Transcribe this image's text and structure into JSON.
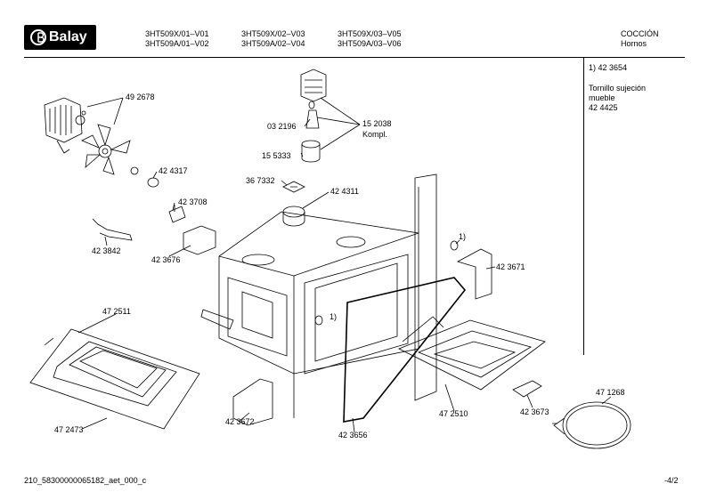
{
  "header": {
    "brand": "Balay",
    "models": [
      [
        "3HT509X/01–V01",
        "3HT509A/01–V02"
      ],
      [
        "3HT509X/02–V03",
        "3HT509A/02–V04"
      ],
      [
        "3HT509X/03–V05",
        "3HT509A/03–V06"
      ]
    ],
    "category": "COCCIÓN",
    "subcategory": "Hornos"
  },
  "notes": {
    "line1": "1)  42 3654",
    "line2": "Tornillo sujeción",
    "line3": "mueble",
    "line4": "42 4425"
  },
  "parts": {
    "p492678": "49 2678",
    "p032196": "03 2196",
    "p152038": "15 2038",
    "kompl": "Kompl.",
    "p155333": "15 5333",
    "p424317": "42 4317",
    "p367332": "36 7332",
    "p424311": "42 4311",
    "p423708": "42 3708",
    "p423842": "42 3842",
    "p423676": "42 3676",
    "ref1a": "1)",
    "p423671": "42 3671",
    "ref1b": "1)",
    "p472511": "47 2511",
    "p472473": "47 2473",
    "p423672": "42 3672",
    "p423656": "42 3656",
    "p472510": "47 2510",
    "p423673": "42 3673",
    "p471268": "47 1268"
  },
  "footer": {
    "doc_id": "210_58300000065182_aet_000_c",
    "page": "-4/2"
  }
}
